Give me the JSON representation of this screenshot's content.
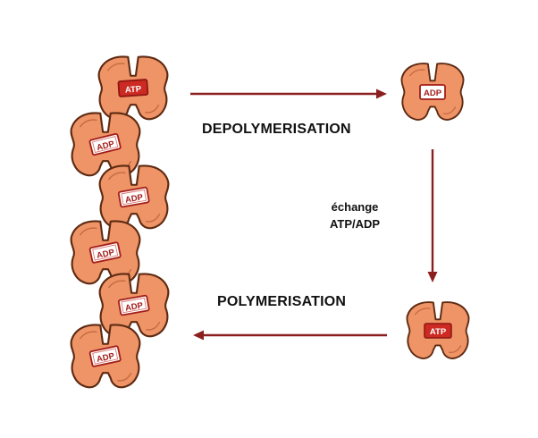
{
  "labels": {
    "depolymerisation": "DEPOLYMERISATION",
    "polymerisation": "POLYMERISATION",
    "exchange_line1": "échange",
    "exchange_line2": "ATP/ADP"
  },
  "filament": {
    "subunits": [
      {
        "tag": "ATP",
        "nucleotide": "ATP"
      },
      {
        "tag": "ADP",
        "nucleotide": "ADP"
      },
      {
        "tag": "ADP",
        "nucleotide": "ADP"
      },
      {
        "tag": "ADP",
        "nucleotide": "ADP"
      },
      {
        "tag": "ADP",
        "nucleotide": "ADP"
      },
      {
        "tag": "ADP",
        "nucleotide": "ADP"
      }
    ]
  },
  "free_monomers": {
    "released": {
      "tag": "ADP"
    },
    "recharged": {
      "tag": "ATP"
    }
  },
  "colors": {
    "subunit_fill": "#ee9466",
    "subunit_outline": "#5e2a12",
    "arrow": "#8b1f1f",
    "atp_tag_fill": "#cc2a22",
    "adp_tag_fill": "#ffffff",
    "tag_outline": "#a31d19"
  }
}
